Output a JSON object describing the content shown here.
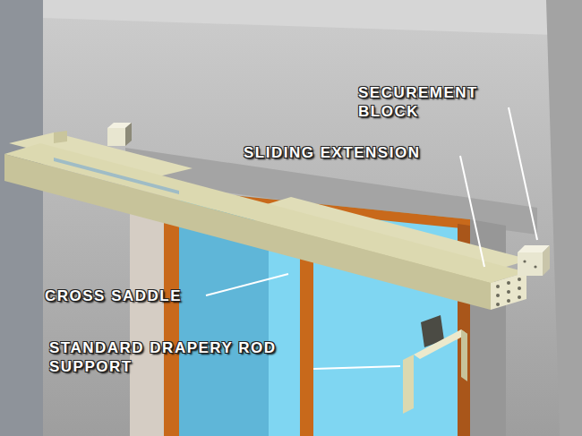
{
  "diagram": {
    "labels": [
      "SECUREMENT BLOCK",
      "SLIDING EXTENSION",
      "CROSS SADDLE",
      "STANDARD DRAPERY ROD SUPPORT"
    ]
  }
}
